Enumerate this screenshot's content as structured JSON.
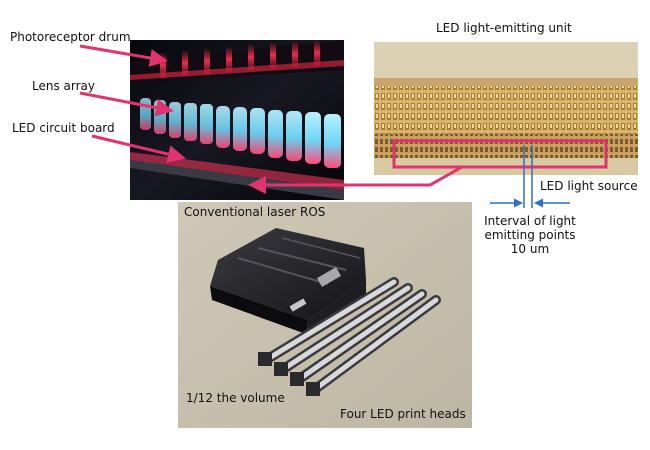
{
  "labels": {
    "photoreceptor_drum": "Photoreceptor drum",
    "lens_array": "Lens array",
    "led_circuit_board": "LED circuit board",
    "led_light_emitting_unit": "LED light-emitting unit",
    "led_light_source": "LED light source",
    "interval_line1": "Interval of light",
    "interval_line2": "emitting points",
    "interval_value": "10 um",
    "conventional_laser_ros": "Conventional laser ROS",
    "volume_ratio": "1/12 the volume",
    "four_led_print_heads": "Four LED print heads"
  },
  "colors": {
    "accent_arrow": "#e0346e",
    "indicator_blue": "#2f6fc9"
  }
}
